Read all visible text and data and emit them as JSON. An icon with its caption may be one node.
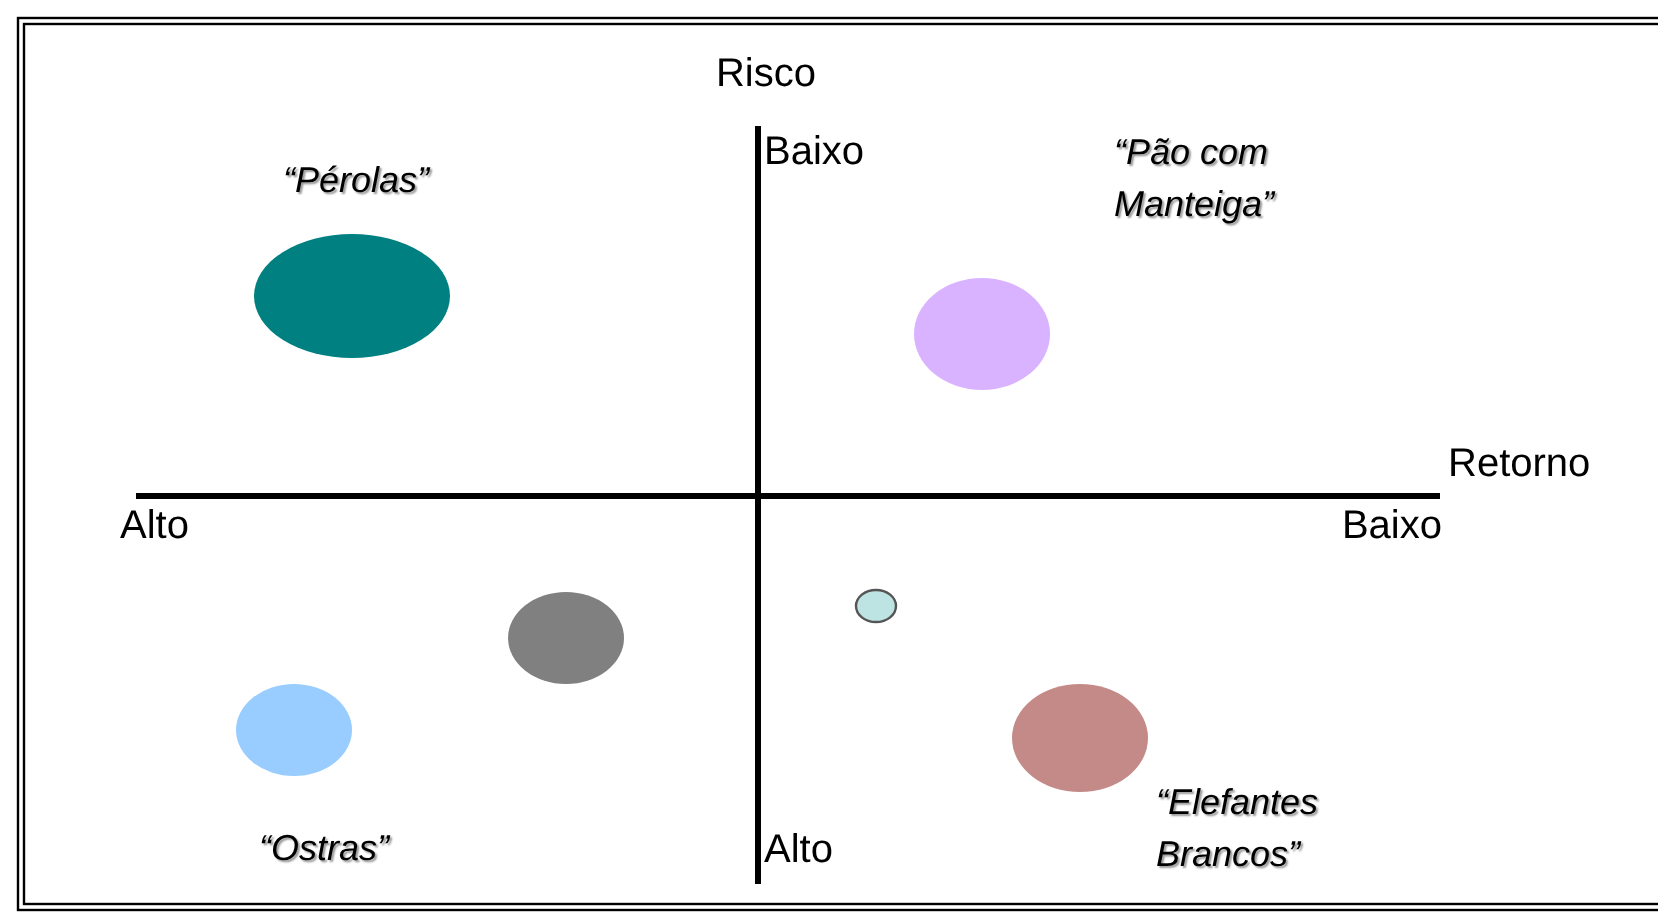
{
  "diagram": {
    "nodes": [
      {
        "text": [],
        "shape": "circle"
      },
      {
        "text": [],
        "shape": "circle"
      },
      {
        "text": [],
        "shape": "circle"
      },
      {
        "text": [],
        "shape": "circle"
      },
      {
        "text": [],
        "shape": "circle"
      },
      {
        "text": [],
        "shape": "circle"
      }
    ],
    "labels": [
      "Risco",
      "“Pérolas”",
      "Baixo",
      "“Pão com Manteiga”",
      "Retorno",
      "Alto",
      "Baixo",
      "“Ostras”",
      "Alto",
      "“Elefantes Brancos”"
    ]
  }
}
